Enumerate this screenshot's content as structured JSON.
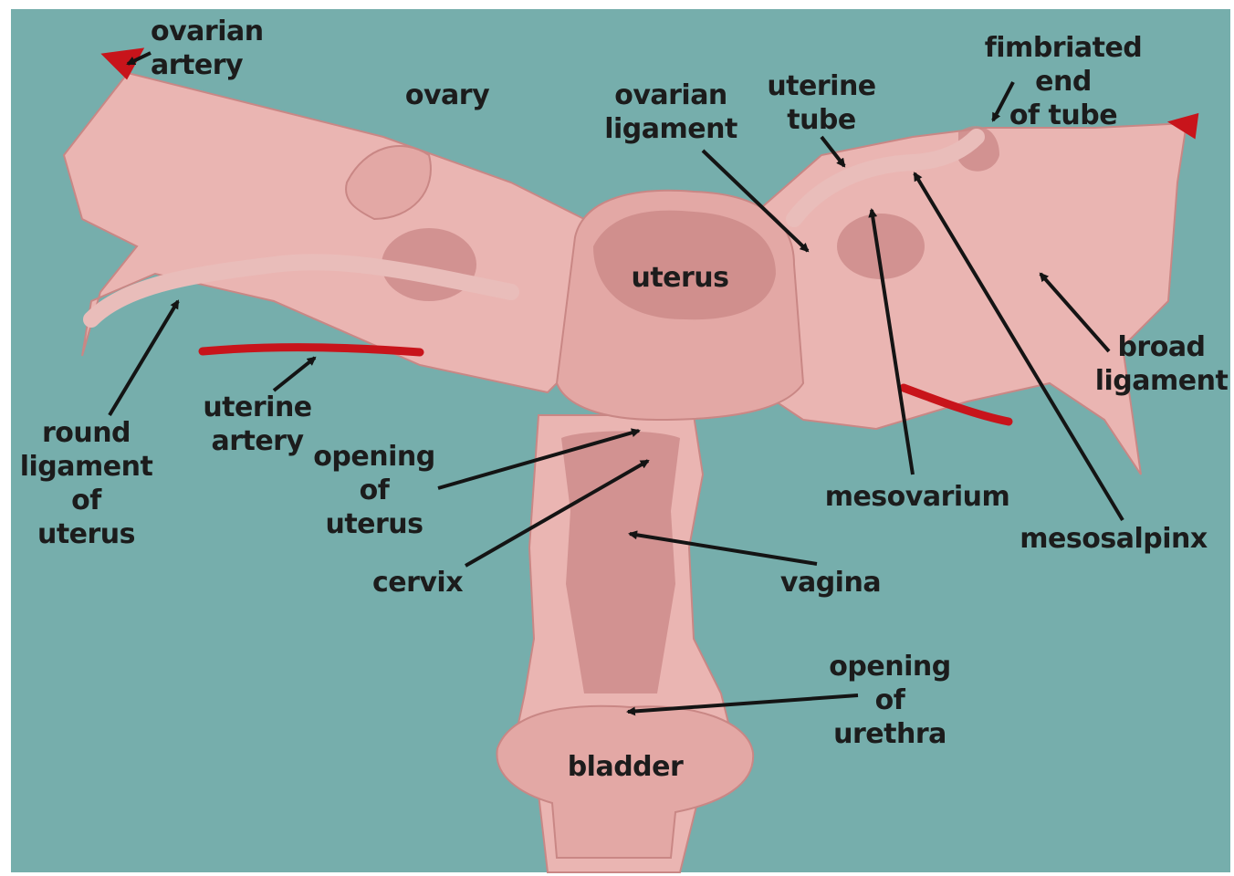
{
  "labels": {
    "ovarian_artery": "ovarian\nartery",
    "ovary": "ovary",
    "ovarian_ligament": "ovarian\nligament",
    "uterine_tube": "uterine\ntube",
    "fimbriated_end": "fimbriated\nend\nof tube",
    "uterus": "uterus",
    "broad_ligament": "broad\nligament",
    "round_ligament": "round\nligament\nof\nuterus",
    "uterine_artery": "uterine\nartery",
    "opening_of_uterus": "opening\nof\nuterus",
    "cervix": "cervix",
    "mesovarium": "mesovarium",
    "mesosalpinx": "mesosalpinx",
    "vagina": "vagina",
    "opening_of_urethra": "opening\nof\nurethra",
    "bladder": "bladder"
  },
  "colors": {
    "background": "#76aeac",
    "tissue": "#eab5b2",
    "tissue_dark": "#c98785",
    "artery": "#c8141b",
    "text": "#1c1c1c"
  }
}
